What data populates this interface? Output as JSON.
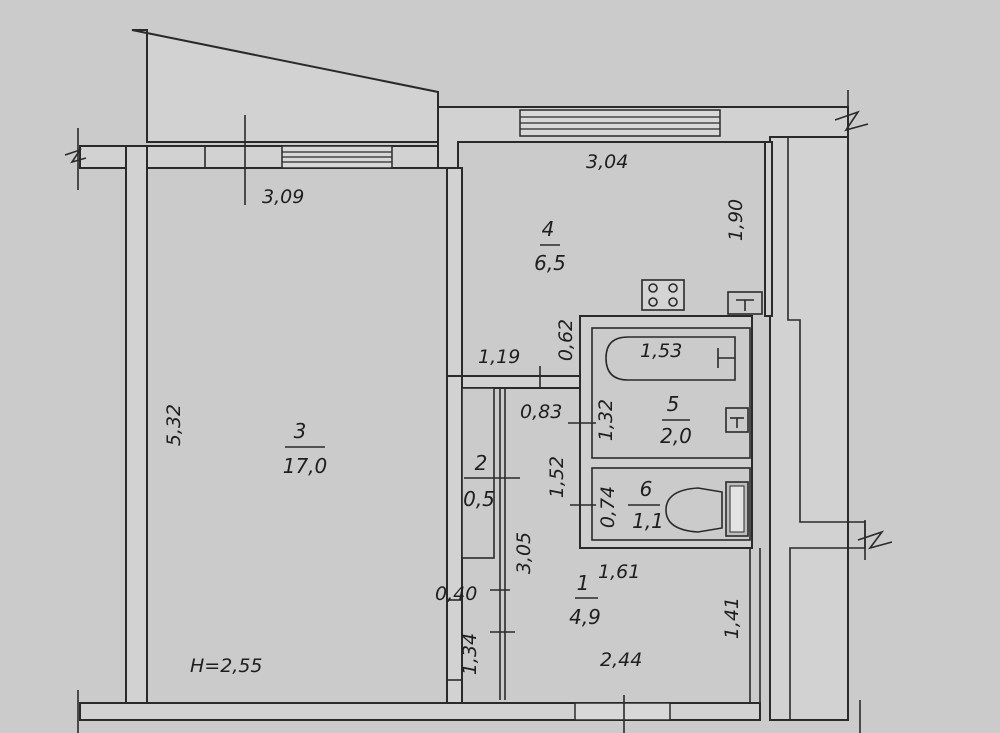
{
  "height_note": "H=2,55",
  "rooms": [
    {
      "id": "3",
      "number": "3",
      "area": "17,0"
    },
    {
      "id": "4",
      "number": "4",
      "area": "6,5"
    },
    {
      "id": "5",
      "number": "5",
      "area": "2,0"
    },
    {
      "id": "6",
      "number": "6",
      "area": "1,1"
    },
    {
      "id": "2",
      "number": "2",
      "area": "0,5"
    },
    {
      "id": "1",
      "number": "1",
      "area": "4,9"
    }
  ],
  "dimensions": {
    "room3_width": "3,09",
    "room3_length": "5,32",
    "room4_width": "3,04",
    "room4_length": "1,90",
    "room4_step": "0,62",
    "room4_bottom": "1,19",
    "bath_length": "1,53",
    "bath_height": "1,32",
    "bath_door": "0,83",
    "wc_height": "0,74",
    "hall_upper": "1,52",
    "closet_length": "3,05",
    "hall_width": "1,61",
    "hall_right": "1,41",
    "hall_bottom": "2,44",
    "door_gap": "0,40",
    "entry_wall": "1,34"
  }
}
